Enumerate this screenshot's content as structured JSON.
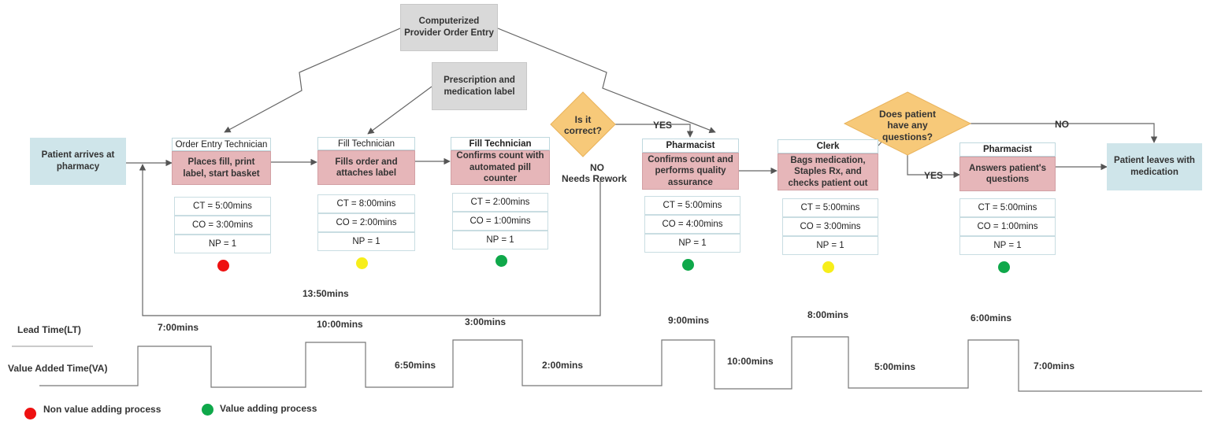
{
  "top_boxes": {
    "cpoe": "Computerized Provider Order Entry",
    "prescription": "Prescription and medication label"
  },
  "start_box": "Patient arrives at pharmacy",
  "end_box": "Patient leaves with medication",
  "decisions": {
    "correct": {
      "question": "Is it correct?",
      "yes": "YES",
      "no_line1": "NO",
      "no_line2": "Needs Rework"
    },
    "questions": {
      "question": "Does patient have any questions?",
      "yes": "YES",
      "no": "NO"
    }
  },
  "steps": [
    {
      "title": "Order Entry Technician",
      "task": "Places fill, print label, start basket",
      "ct": "CT =  5:00mins",
      "co": "CO = 3:00mins",
      "np": "NP = 1",
      "status": "non-value-adding",
      "status_color": "#ee1111"
    },
    {
      "title": "Fill Technician",
      "task": "Fills order and attaches label",
      "ct": "CT =  8:00mins",
      "co": "CO = 2:00mins",
      "np": "NP = 1",
      "status": "mixed",
      "status_color": "#f7ee1a"
    },
    {
      "title": "Fill Technician",
      "task": "Confirms count with automated pill counter",
      "ct": "CT =  2:00mins",
      "co": "CO = 1:00mins",
      "np": "NP = 1",
      "status": "value-adding",
      "status_color": "#0fa84a"
    },
    {
      "title": "Pharmacist",
      "task": "Confirms count and performs quality assurance",
      "ct": "CT =  5:00mins",
      "co": "CO = 4:00mins",
      "np": "NP = 1",
      "status": "value-adding",
      "status_color": "#0fa84a"
    },
    {
      "title": "Clerk",
      "task": "Bags medication, Staples Rx, and checks patient out",
      "ct": "CT =  5:00mins",
      "co": "CO = 3:00mins",
      "np": "NP = 1",
      "status": "mixed",
      "status_color": "#f7ee1a"
    },
    {
      "title": "Pharmacist",
      "task": "Answers patient's questions",
      "ct": "CT =  5:00mins",
      "co": "CO = 1:00mins",
      "np": "NP = 1",
      "status": "value-adding",
      "status_color": "#0fa84a"
    }
  ],
  "rework_time": "13:50mins",
  "timeline": {
    "lead_time_label": "Lead Time(LT)",
    "value_added_label": "Value Added Time(VA)",
    "high_times": [
      "7:00mins",
      "10:00mins",
      "3:00mins",
      "9:00mins",
      "8:00mins",
      "6:00mins"
    ],
    "low_times": [
      "6:50mins",
      "2:00mins",
      "10:00mins",
      "5:00mins",
      "7:00mins"
    ]
  },
  "legend": [
    {
      "label": "Non value adding process",
      "color": "#ee1111"
    },
    {
      "label": "Value adding process",
      "color": "#0fa84a"
    }
  ]
}
